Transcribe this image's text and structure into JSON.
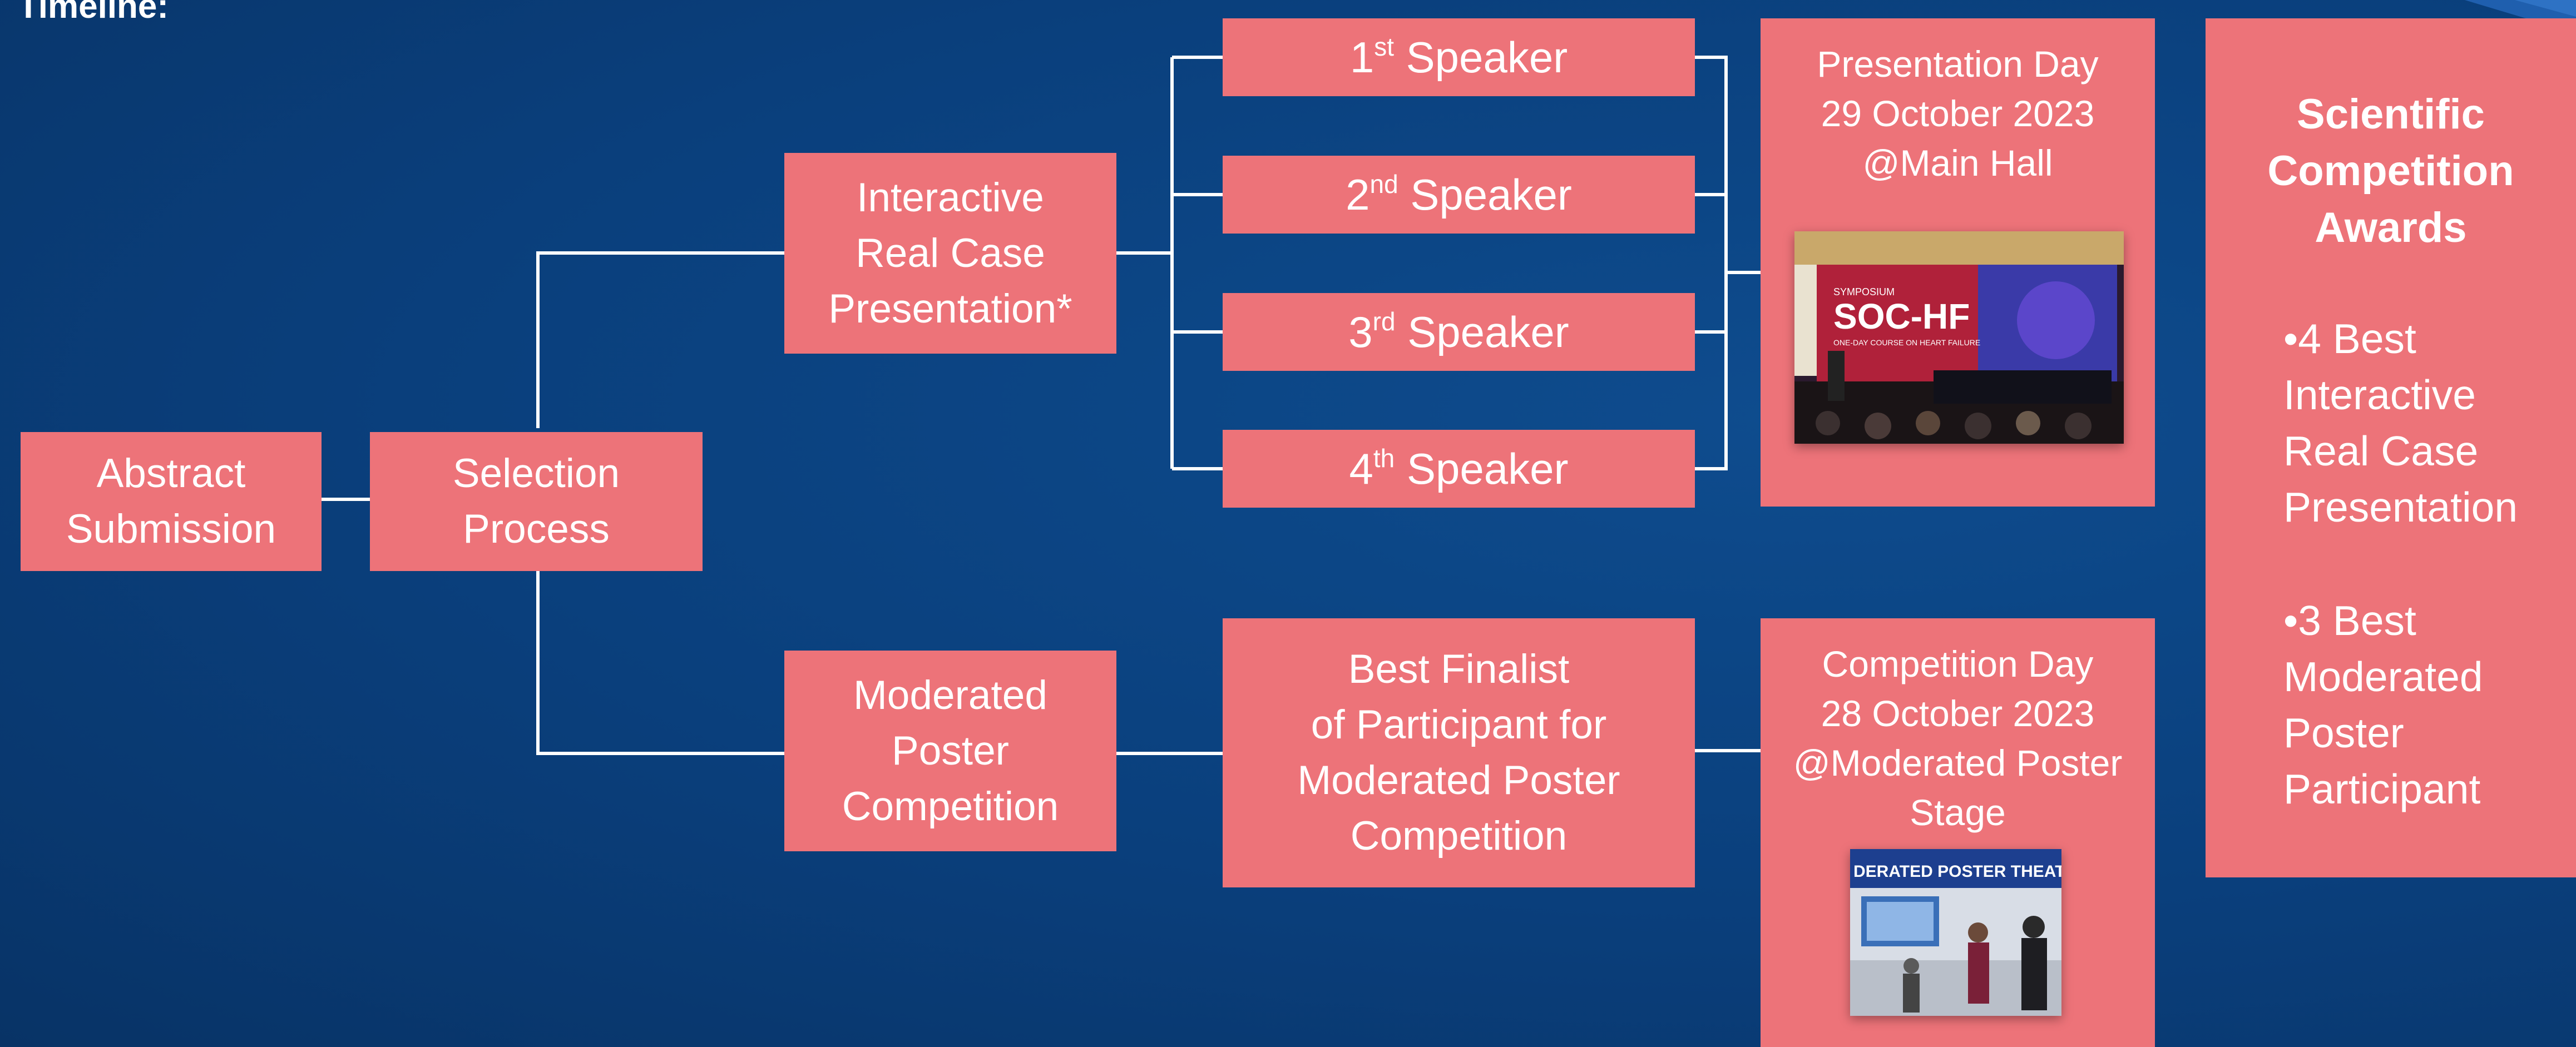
{
  "title": "Timeline:",
  "boxes": {
    "abstract": [
      "Abstract",
      "Submission"
    ],
    "selection": [
      "Selection",
      "Process"
    ],
    "interactive": [
      "Interactive",
      "Real Case",
      "Presentation*"
    ],
    "moderated": [
      "Moderated",
      "Poster",
      "Competition"
    ],
    "finalist": [
      "Best Finalist",
      "of Participant for",
      "Moderated Poster",
      "Competition"
    ]
  },
  "speakers": [
    {
      "num": "1",
      "suffix": "st",
      "word": "Speaker"
    },
    {
      "num": "2",
      "suffix": "nd",
      "word": "Speaker"
    },
    {
      "num": "3",
      "suffix": "rd",
      "word": "Speaker"
    },
    {
      "num": "4",
      "suffix": "th",
      "word": "Speaker"
    }
  ],
  "presentation_day": [
    "Presentation Day",
    "29 October 2023",
    "@Main Hall"
  ],
  "competition_day": [
    "Competition Day",
    "28 October 2023",
    "@Moderated Poster",
    "Stage"
  ],
  "photos": {
    "main_hall": {
      "banner_small": "SYMPOSIUM",
      "banner_big": "SOC-HF",
      "banner_sub": "ONE-DAY COURSE ON HEART FAILURE"
    },
    "poster_stage": {
      "banner": "DERATED POSTER THEATER"
    }
  },
  "awards": {
    "heading": [
      "Scientific",
      "Competition",
      "Awards"
    ],
    "items": [
      [
        "•4 Best",
        "Interactive",
        "Real Case",
        "Presentation"
      ],
      [
        "•3 Best",
        "Moderated",
        "Poster",
        "Participant"
      ]
    ]
  },
  "colors": {
    "background": "#0a3f7c",
    "box": "#ed7379",
    "text": "#ffffff",
    "connector": "#ffffff"
  }
}
